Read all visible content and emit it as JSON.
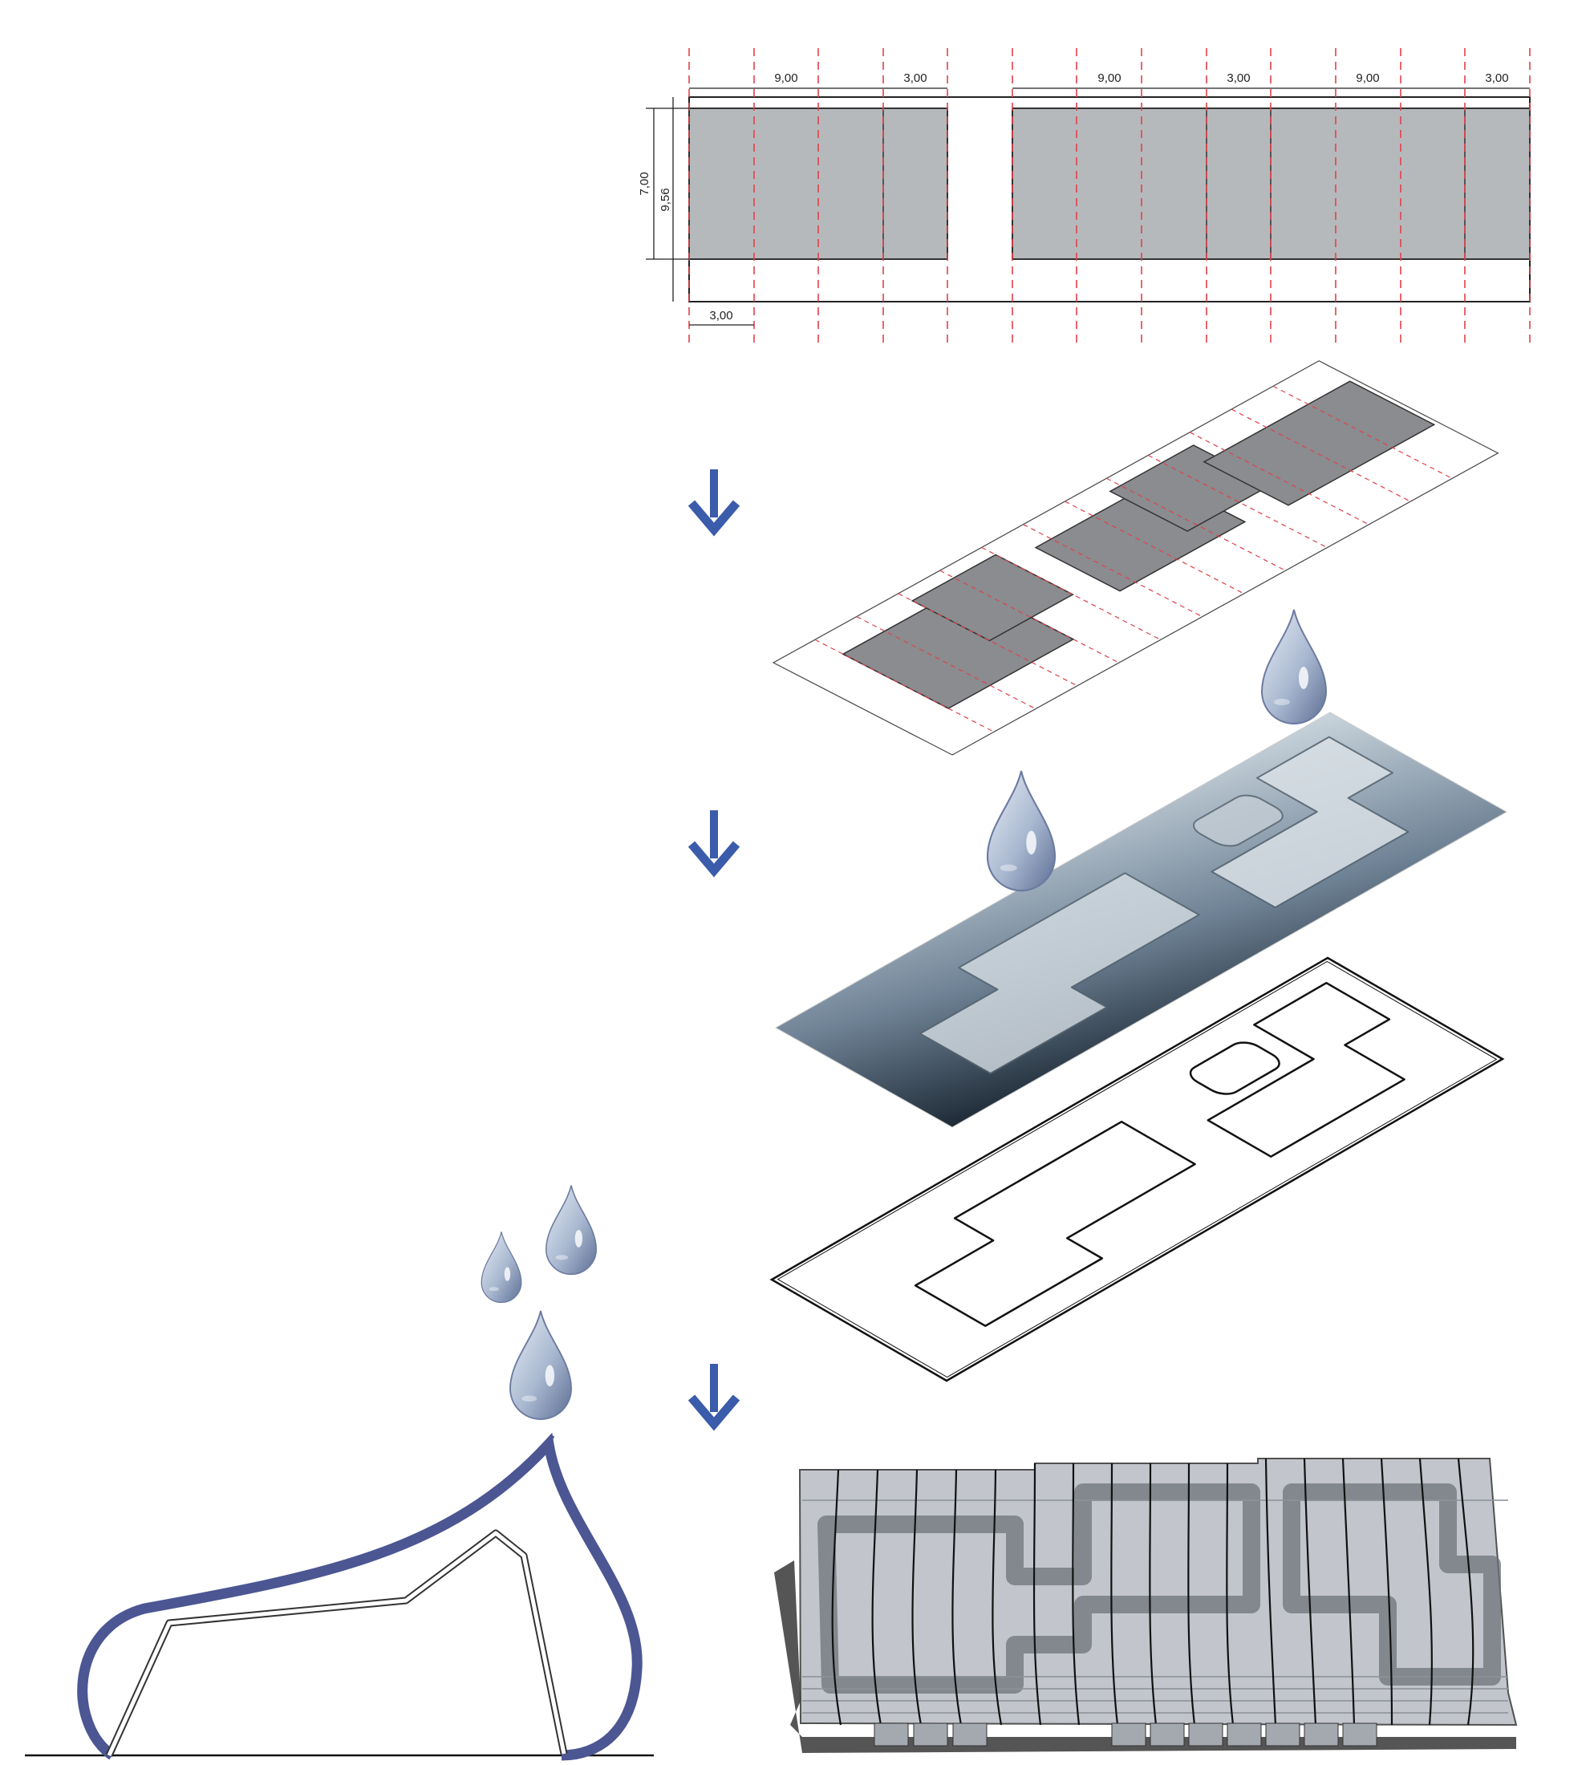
{
  "plan": {
    "top_dimensions": [
      "9,00",
      "3,00",
      "9,00",
      "3,00",
      "9,00",
      "3,00"
    ],
    "left_dimension_inner": "7,00",
    "left_dimension_outer": "9,56",
    "bottom_dimension": "3,00"
  },
  "colors": {
    "arrow": "#3b5bab",
    "grey_block": "#b6b9bc",
    "iso_block": "#8a8c90",
    "grid_line": "#e0414a",
    "section_shell": "#4b5693"
  }
}
